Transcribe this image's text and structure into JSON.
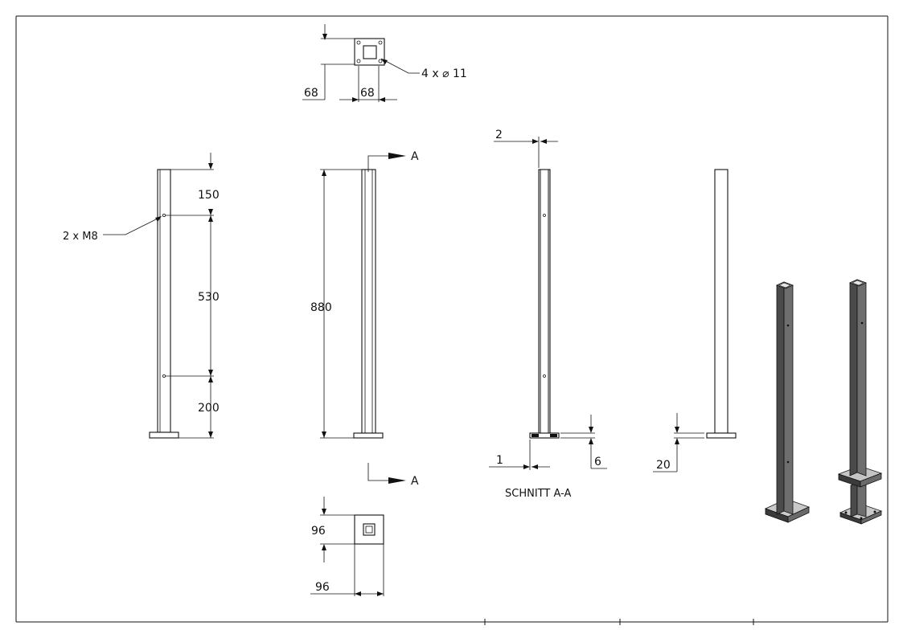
{
  "top_view": {
    "dim_height": "68",
    "dim_width": "68",
    "holes_callout": "4 x ⌀ 11"
  },
  "front_view": {
    "dim_top": "150",
    "dim_middle": "530",
    "dim_bottom": "200",
    "thread_callout": "2 x M8"
  },
  "side_view": {
    "dim_total": "880",
    "section_marker": "A"
  },
  "bottom_view": {
    "dim_height": "96",
    "dim_width": "96"
  },
  "section_view": {
    "dim_wall": "2",
    "dim_offset": "1",
    "dim_plate": "6",
    "label": "SCHNITT A-A"
  },
  "right_view": {
    "dim_plate_thickness": "20"
  },
  "colors": {
    "line": "#111111",
    "metal_dark": "#4a4a4a",
    "metal_light": "#a8a8a8"
  }
}
